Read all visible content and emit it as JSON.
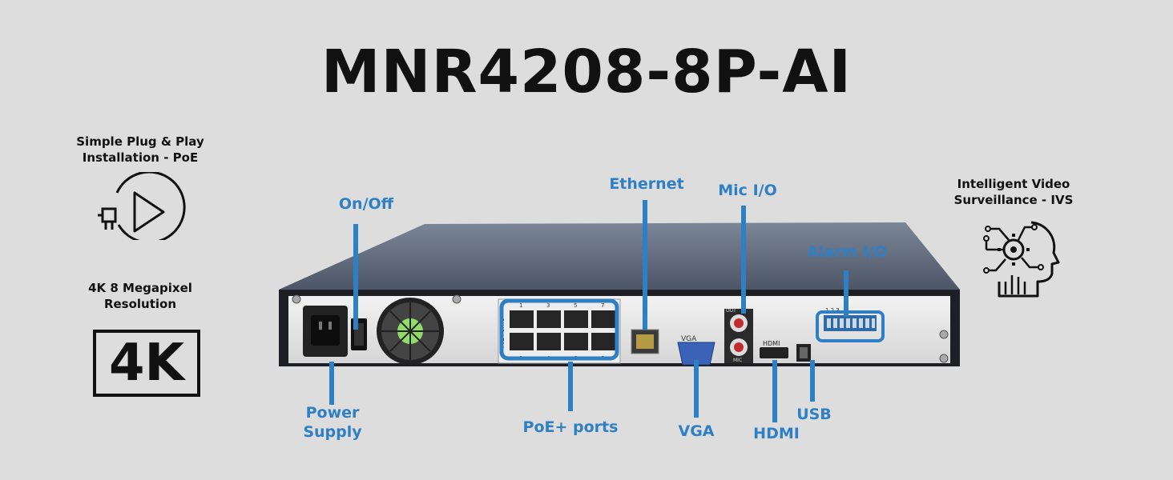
{
  "title": "MNR4208-8P-AI",
  "features": {
    "plug_play": {
      "line1": "Simple Plug & Play",
      "line2": "Installation - PoE"
    },
    "resolution": {
      "line1": "4K 8 Megapixel",
      "line2": "Resolution",
      "badge": "4K"
    },
    "ivs": {
      "line1": "Intelligent Video",
      "line2": "Surveillance - IVS"
    }
  },
  "labels": {
    "on_off": "On/Off",
    "ethernet": "Ethernet",
    "mic_io": "Mic I/O",
    "alarm_io": "Alarm I/O",
    "power_supply_1": "Power",
    "power_supply_2": "Supply",
    "poe_ports": "PoE+ ports",
    "vga": "VGA",
    "hdmi": "HDMI",
    "usb": "USB"
  },
  "device_marks": {
    "poe_text": "PoE PORTS",
    "port_top": [
      "1",
      "3",
      "5",
      "7"
    ],
    "port_bottom": [
      "2",
      "4",
      "6",
      "8"
    ],
    "vga_text": "VGA",
    "out_text": "OUT",
    "mic_text": "MIC",
    "hdmi_text": "HDMI",
    "alarm_text": "1 2 3"
  },
  "colors": {
    "accent": "#2f7fc4",
    "background": "#dddddd",
    "text": "#111111"
  },
  "icons": {
    "plug_play": "plug-play-icon",
    "ivs": "ai-head-icon"
  }
}
